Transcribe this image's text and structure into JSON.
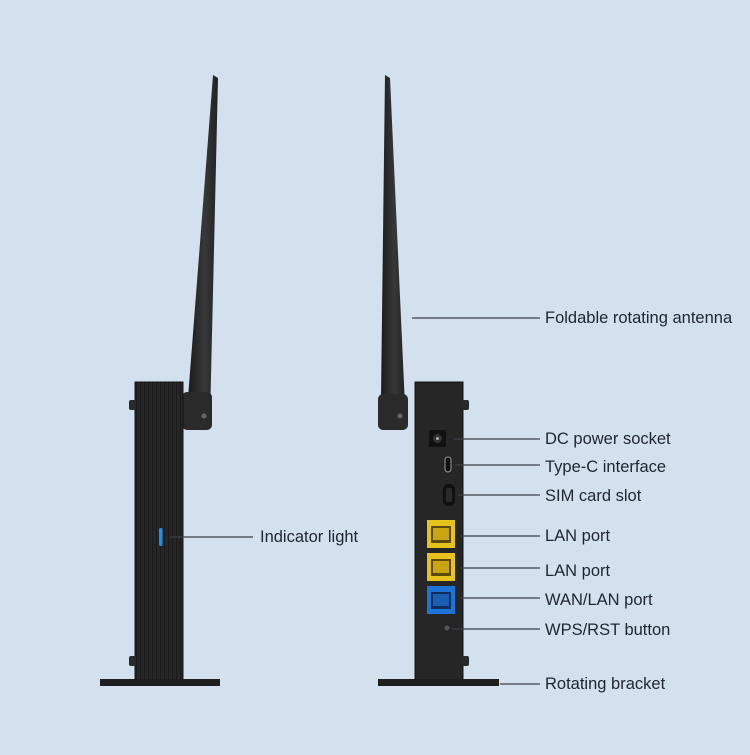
{
  "labels": {
    "antenna": "Foldable rotating antenna",
    "dc_power": "DC power socket",
    "type_c": "Type-C interface",
    "sim": "SIM card slot",
    "lan1": "LAN port",
    "lan2": "LAN port",
    "wan_lan": "WAN/LAN port",
    "wps_rst": "WPS/RST button",
    "bracket": "Rotating bracket",
    "indicator": "Indicator light"
  },
  "colors": {
    "background": "#d3e1ef",
    "device_body": "#242424",
    "leader_line": "#3a4048",
    "lan_port": "#e8c21c",
    "wan_port": "#1e74d6",
    "indicator_led": "#1e8fe8"
  }
}
